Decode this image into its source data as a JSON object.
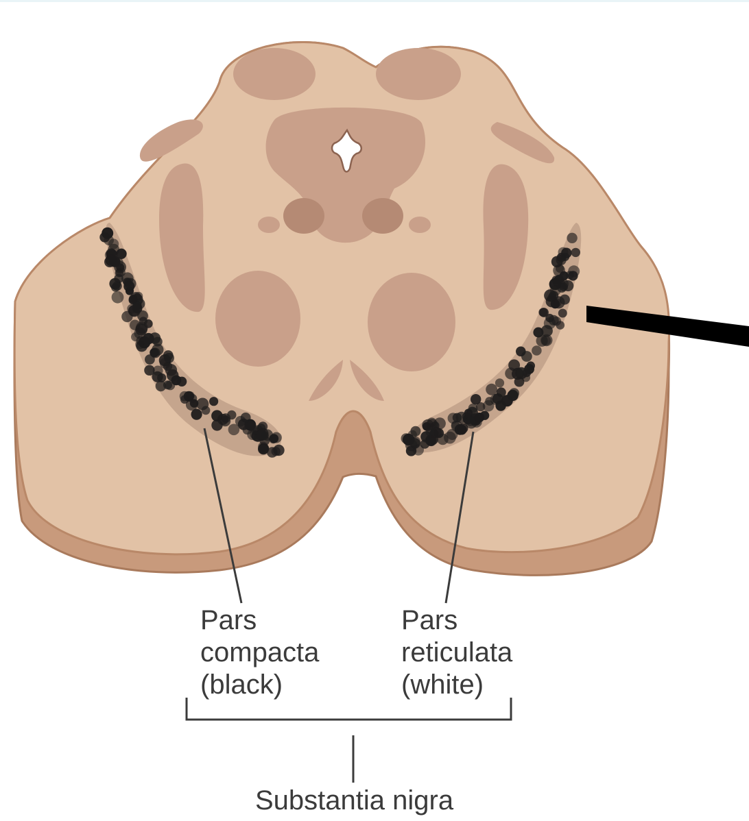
{
  "labels": {
    "pars_compacta": {
      "line1": "Pars",
      "line2": "compacta",
      "line3": "(black)"
    },
    "pars_reticulata": {
      "line1": "Pars",
      "line2": "reticulata",
      "line3": "(white)"
    },
    "substantia_nigra": "Substantia nigra"
  },
  "colors": {
    "tissue": "#e2c2a6",
    "tissue_edge": "#b98868",
    "tissue_shadow": "#c89a7c",
    "inner_structures": "#c9a08a",
    "darker_structures": "#b58a74",
    "neurons": "#1e1c1c",
    "leader_lines": "#3b3b3b",
    "pointer_bar": "#000000"
  }
}
